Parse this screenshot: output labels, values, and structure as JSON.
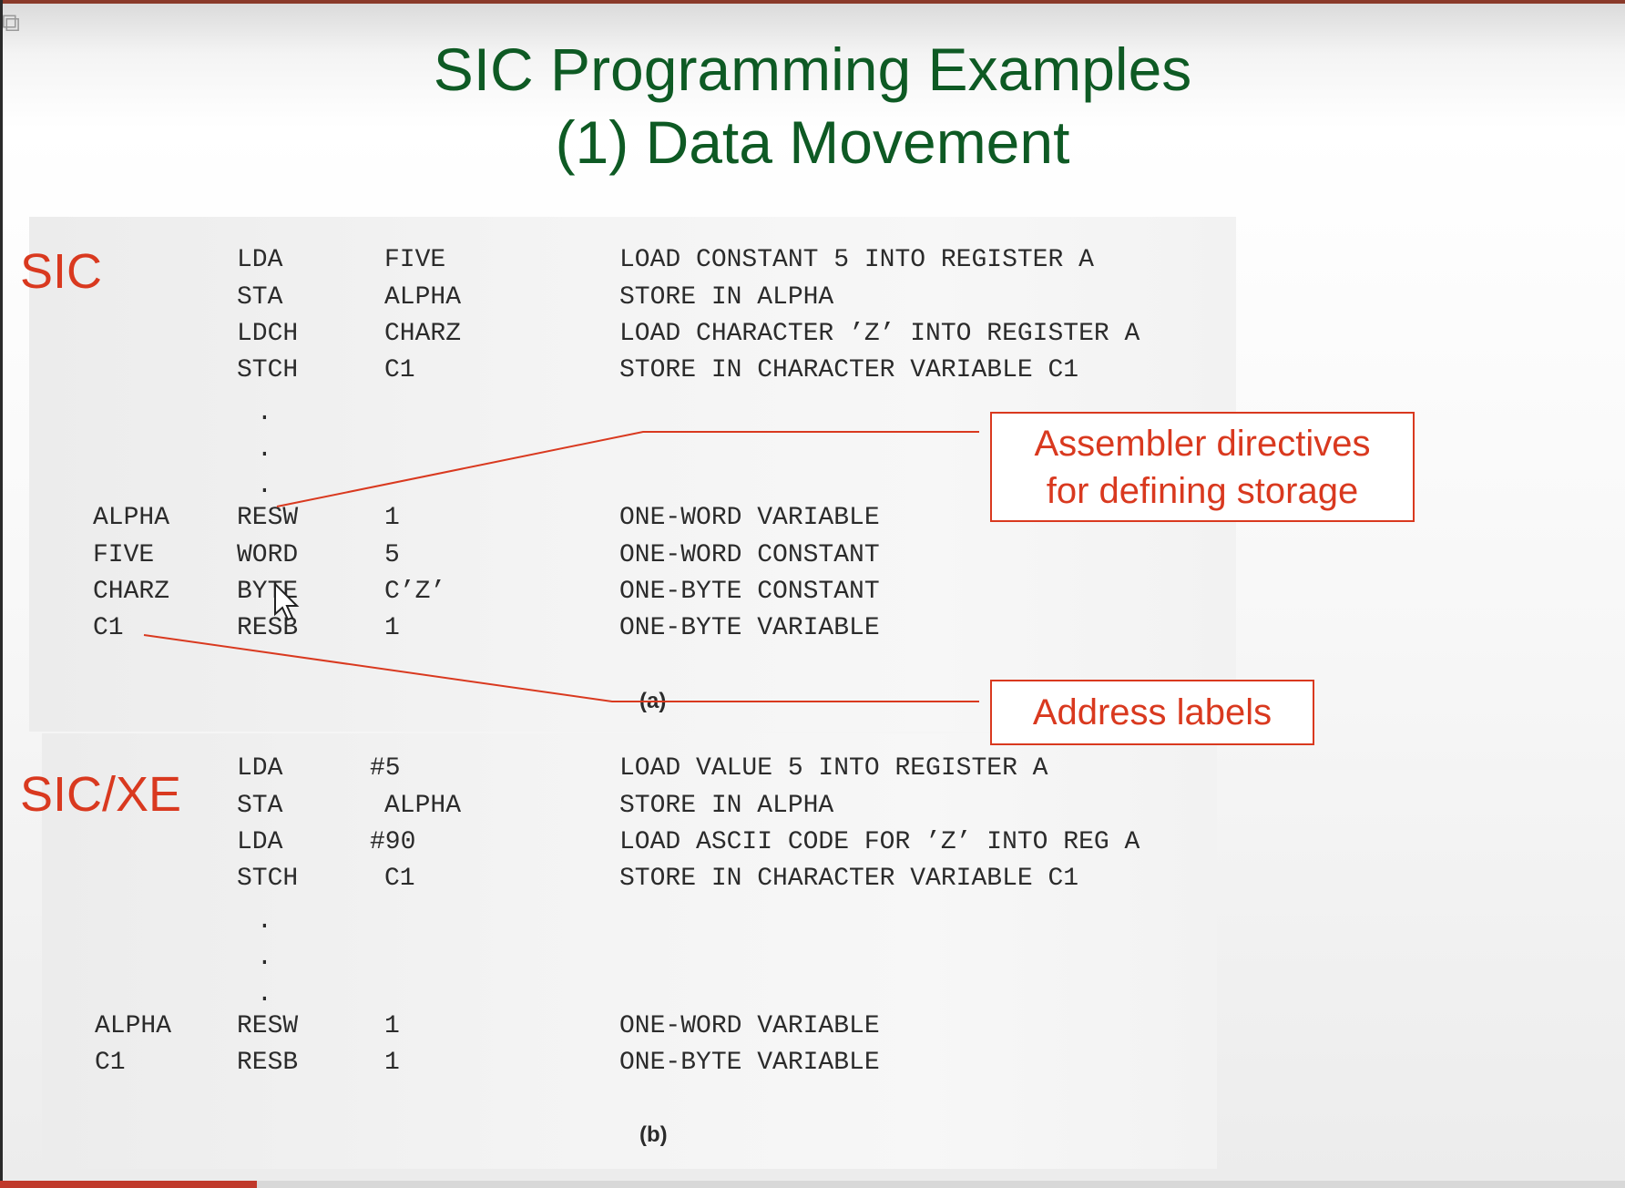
{
  "title": {
    "line1": "SIC Programming Examples",
    "line2": "(1) Data Movement"
  },
  "sections": {
    "sic_label": "SIC",
    "sicxe_label": "SIC/XE"
  },
  "program_a": {
    "caption": "(a)",
    "lines": [
      {
        "label": "",
        "op": "LDA",
        "operand": "FIVE",
        "comment": "LOAD CONSTANT 5 INTO REGISTER A"
      },
      {
        "label": "",
        "op": "STA",
        "operand": "ALPHA",
        "comment": "STORE IN ALPHA"
      },
      {
        "label": "",
        "op": "LDCH",
        "operand": "CHARZ",
        "comment": "LOAD CHARACTER ’Z’ INTO REGISTER A"
      },
      {
        "label": "",
        "op": "STCH",
        "operand": "C1",
        "comment": "STORE IN CHARACTER VARIABLE C1"
      },
      {
        "label": "",
        "op": ".",
        "operand": "",
        "comment": ""
      },
      {
        "label": "",
        "op": ".",
        "operand": "",
        "comment": ""
      },
      {
        "label": "",
        "op": ".",
        "operand": "",
        "comment": ""
      },
      {
        "label": "ALPHA",
        "op": "RESW",
        "operand": "1",
        "comment": "ONE-WORD VARIABLE"
      },
      {
        "label": "FIVE",
        "op": "WORD",
        "operand": "5",
        "comment": "ONE-WORD CONSTANT"
      },
      {
        "label": "CHARZ",
        "op": "BYTE",
        "operand": "C’Z’",
        "comment": "ONE-BYTE CONSTANT"
      },
      {
        "label": "C1",
        "op": "RESB",
        "operand": "1",
        "comment": "ONE-BYTE VARIABLE"
      }
    ]
  },
  "program_b": {
    "caption": "(b)",
    "lines": [
      {
        "label": "",
        "op": "LDA",
        "operand": "#5",
        "comment": "LOAD VALUE 5 INTO REGISTER A"
      },
      {
        "label": "",
        "op": "STA",
        "operand": "ALPHA",
        "comment": "STORE IN ALPHA"
      },
      {
        "label": "",
        "op": "LDA",
        "operand": "#90",
        "comment": "LOAD ASCII CODE FOR ’Z’ INTO REG A"
      },
      {
        "label": "",
        "op": "STCH",
        "operand": "C1",
        "comment": "STORE IN CHARACTER VARIABLE C1"
      },
      {
        "label": "",
        "op": ".",
        "operand": "",
        "comment": ""
      },
      {
        "label": "",
        "op": ".",
        "operand": "",
        "comment": ""
      },
      {
        "label": "",
        "op": ".",
        "operand": "",
        "comment": ""
      },
      {
        "label": "ALPHA",
        "op": "RESW",
        "operand": "1",
        "comment": "ONE-WORD VARIABLE"
      },
      {
        "label": "C1",
        "op": "RESB",
        "operand": "1",
        "comment": "ONE-BYTE VARIABLE"
      }
    ]
  },
  "callouts": {
    "directives_line1": "Assembler directives",
    "directives_line2": "for defining storage",
    "labels": "Address labels"
  },
  "colors": {
    "title": "#0e5a24",
    "accent": "#d9391f",
    "code_text": "#2b2b2b"
  },
  "icons": {
    "cursor": "mouse-pointer-icon"
  }
}
